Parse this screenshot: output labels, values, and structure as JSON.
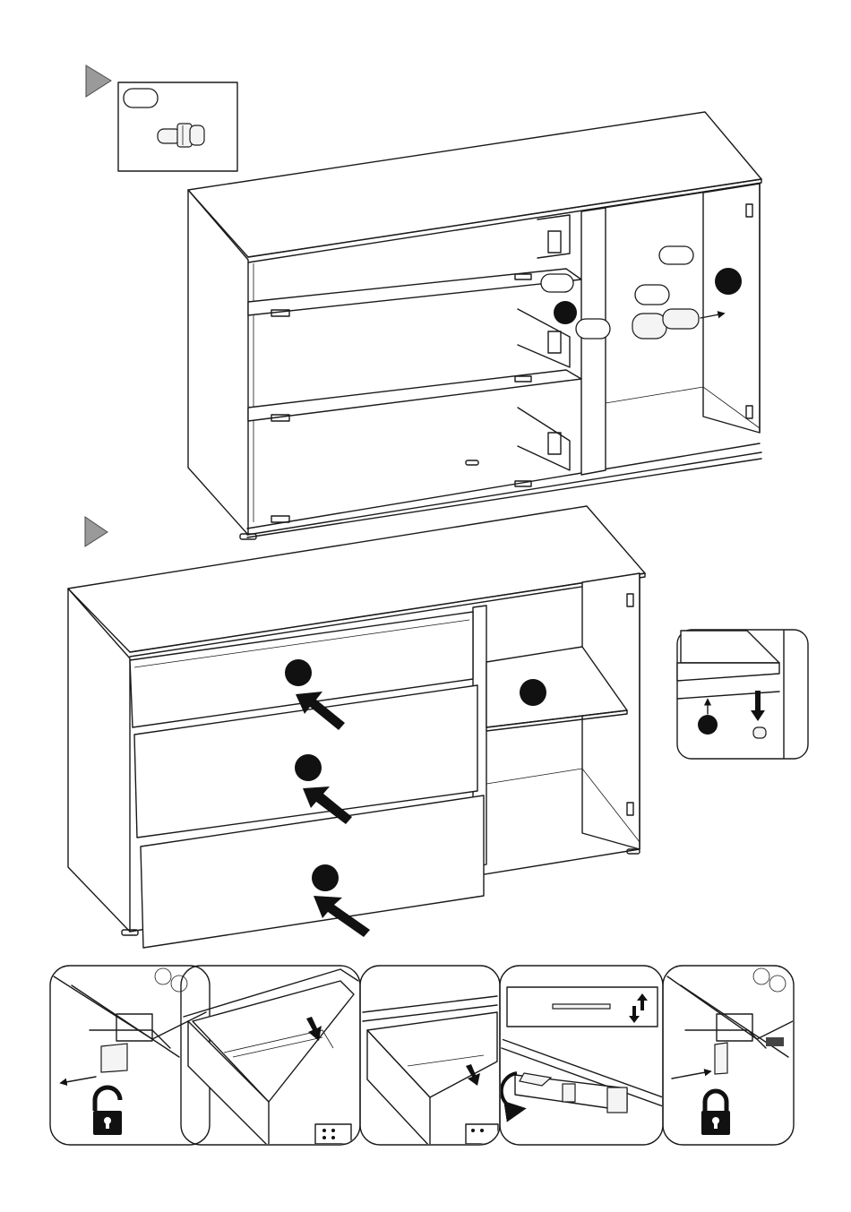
{
  "document": {
    "type": "assembly-instructions",
    "page_background": "#ffffff",
    "line_color": "#1a1a1a"
  },
  "steps": [
    {
      "marker": "step-triangle",
      "illustration": "sideboard-hinge-pins"
    },
    {
      "marker": "step-triangle",
      "illustration": "sideboard-drawers-insert"
    }
  ],
  "detail_views": [
    {
      "name": "shelf-pin-detail",
      "icons": [
        "arrow-up-icon",
        "arrow-down-icon",
        "shelf-pin-icon"
      ]
    }
  ],
  "bottom_strip": [
    {
      "name": "slide-unlock",
      "icons": [
        "unlocked-padlock-icon",
        "arrow-left-icon"
      ]
    },
    {
      "name": "drawer-tilt-insert",
      "icons": [
        "arrow-down-icon"
      ]
    },
    {
      "name": "drawer-seated",
      "icons": [
        "arrow-down-icon"
      ]
    },
    {
      "name": "height-adjust",
      "icons": [
        "rotate-arrow-icon",
        "arrow-up-down-icon"
      ]
    },
    {
      "name": "slide-lock",
      "icons": [
        "locked-padlock-icon",
        "arrow-right-icon"
      ]
    }
  ]
}
